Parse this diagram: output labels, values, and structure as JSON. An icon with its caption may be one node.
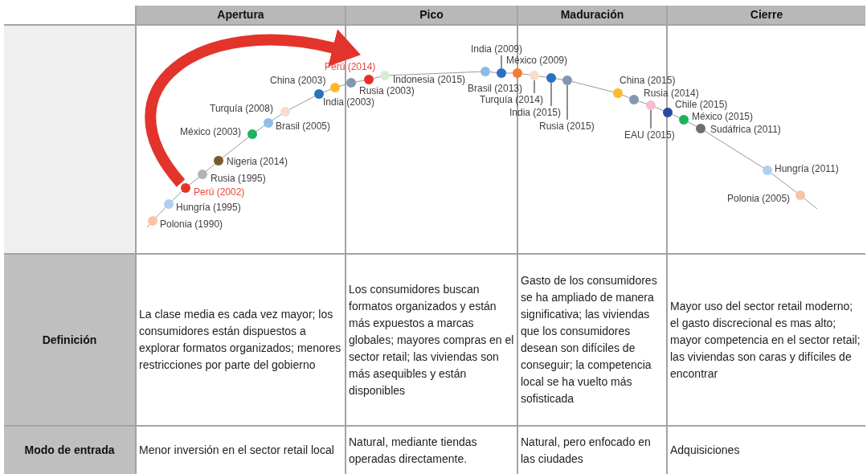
{
  "diagram": {
    "nodes": [
      {
        "text": [],
        "shape": "circle",
        "beside": [
          "Polonia (1990)"
        ]
      },
      {
        "text": [],
        "shape": "circle",
        "beside": [
          "Hungría (1995)"
        ]
      },
      {
        "text": [],
        "shape": "circle",
        "beside": [
          "Perú (2002)"
        ]
      },
      {
        "text": [],
        "shape": "circle",
        "beside": [
          "Rusia (1995)"
        ]
      },
      {
        "text": [],
        "shape": "circle",
        "beside": [
          "Nigeria (2014)"
        ]
      },
      {
        "text": [],
        "shape": "circle",
        "beside": [
          "México (2003)"
        ]
      },
      {
        "text": [],
        "shape": "circle",
        "beside": [
          "Brasil (2005)"
        ]
      },
      {
        "text": [],
        "shape": "circle",
        "beside": [
          "Turquía (2008)"
        ]
      },
      {
        "text": [],
        "shape": "circle",
        "beside": [
          "India (2003)"
        ]
      },
      {
        "text": [],
        "shape": "circle",
        "beside": [
          "China (2003)"
        ]
      },
      {
        "text": [],
        "shape": "circle",
        "beside": [
          "Rusia (2003)"
        ]
      },
      {
        "text": [],
        "shape": "circle",
        "beside": [
          "Perú (2014)"
        ]
      },
      {
        "text": [],
        "shape": "circle",
        "beside": [
          "Indonesia (2015)"
        ]
      },
      {
        "text": [],
        "shape": "circle"
      },
      {
        "text": [
          "India (2009)"
        ]
      },
      {
        "text": [],
        "shape": "circle"
      },
      {
        "text": [],
        "shape": "circle",
        "beside": [
          "México (2009)"
        ]
      },
      {
        "text": [],
        "shape": "circle"
      },
      {
        "text": [
          "Turquía (2014)"
        ]
      },
      {
        "text": [],
        "shape": "circle"
      },
      {
        "text": [
          "India (2015)"
        ]
      },
      {
        "text": [],
        "shape": "circle"
      },
      {
        "text": [
          "Rusia (2015)"
        ]
      },
      {
        "text": [],
        "shape": "circle",
        "beside": [
          "China (2015)"
        ]
      },
      {
        "text": [],
        "shape": "circle",
        "beside": [
          "Rusia (2014)"
        ]
      },
      {
        "text": [],
        "shape": "circle"
      },
      {
        "text": [
          "EAU (2015)"
        ]
      },
      {
        "text": [],
        "shape": "circle",
        "beside": [
          "Chile (2015)"
        ]
      },
      {
        "text": [],
        "shape": "circle",
        "beside": [
          "México (2015)"
        ]
      },
      {
        "text": [],
        "shape": "circle",
        "beside": [
          "Sudáfrica (2011)"
        ]
      },
      {
        "text": [],
        "shape": "circle",
        "beside": [
          "Hungría (2011)"
        ]
      },
      {
        "text": [],
        "shape": "circle",
        "beside": [
          "Polonia (2005)"
        ]
      }
    ],
    "edges": [
      {
        "from": 2,
        "to": 11,
        "arrow": "to",
        "style": "thick",
        "color": "#e3342c"
      },
      {
        "from": 14,
        "to": 15,
        "arrow": "none"
      },
      {
        "from": 18,
        "to": 17,
        "arrow": "none"
      },
      {
        "from": 20,
        "to": 19,
        "arrow": "none"
      },
      {
        "from": 22,
        "to": 21,
        "arrow": "none"
      },
      {
        "from": 26,
        "to": 25,
        "arrow": "none"
      }
    ],
    "labels": [
      "Apertura",
      "Pico",
      "Maduración",
      "Cierre",
      "Definición",
      "La clase media es cada vez mayor; los consumidores están dispuestos a explorar formatos organizados; menores restricciones por parte del gobierno",
      "Los consumidores buscan formatos organizados y están más expuestos a marcas globales; mayores compras en el sector retail; las viviendas son más asequibles y están disponibles",
      "Gasto de los consumidores se ha ampliado de manera significativa; las viviendas que los consumidores desean son difíciles de conseguir; la competencia local se ha vuelto más sofisticada",
      "Mayor uso del sector retail moderno; el gasto discrecional es mas alto; mayor competencia en el sector retail; las viviendas son caras y difíciles de encontrar",
      "Modo de entrada",
      "Menor inversión en el sector retail local",
      "Natural, mediante tiendas operadas directamente.",
      "Natural, pero enfocado en las ciudades",
      "Adquisiciones",
      "Brasil (2013)"
    ]
  }
}
